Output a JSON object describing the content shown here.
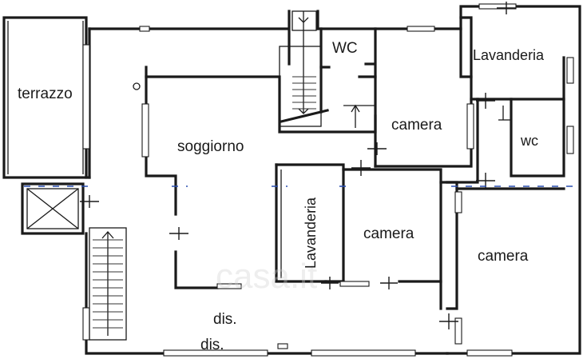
{
  "rooms": {
    "terrazzo": "terrazzo",
    "wc_top": "WC",
    "camera_top": "camera",
    "lavanderia_top": "Lavanderia",
    "wc_right": "wc",
    "soggiorno": "soggiorno",
    "lavanderia_mid": "Lavanderia",
    "camera_mid": "camera",
    "camera_right": "camera",
    "dis_1": "dis.",
    "dis_2": "dis."
  },
  "watermark": "casa.it",
  "colors": {
    "wall": "#1a1a1a",
    "section_line": "#2a4fb0",
    "background": "#ffffff"
  }
}
